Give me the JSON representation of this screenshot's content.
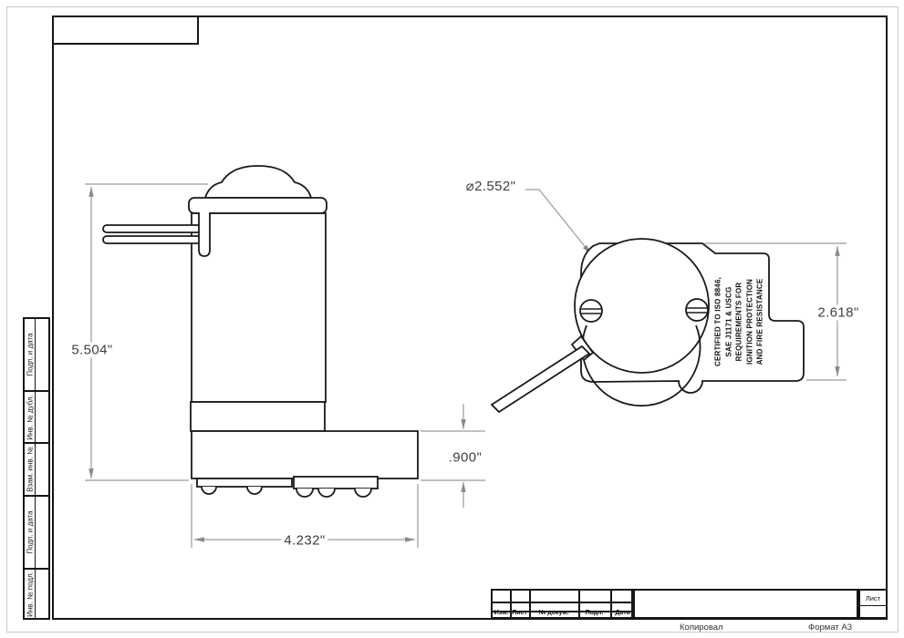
{
  "drawing": {
    "dimensions": {
      "total_height": "5.504\"",
      "base_width": "4.232\"",
      "base_thickness": ".900\"",
      "motor_diameter": "⌀2.552\"",
      "housing_height": "2.618\""
    },
    "certification": [
      "CERTIFIED TO ISO 8846,",
      "SAE J1171 & USCG",
      "REQUIREMENTS FOR",
      "IGNITION PROTECTION",
      "AND FIRE RESISTANCE"
    ],
    "colors": {
      "outline": "#1a1a1a",
      "dimension": "#8a8a8a"
    }
  },
  "frame": {
    "sidebar_labels": [
      "Подп. и дата",
      "Инв. № дубл.",
      "Взам. инв. №",
      "Подп. и дата",
      "Инв. № подл."
    ],
    "title_block": {
      "columns": [
        "Изм.",
        "Лист",
        "№ докум.",
        "Подп.",
        "Дата"
      ],
      "sheet_label": "Лист"
    },
    "footer": {
      "copied": "Копировал",
      "format": "Формат А3"
    }
  }
}
